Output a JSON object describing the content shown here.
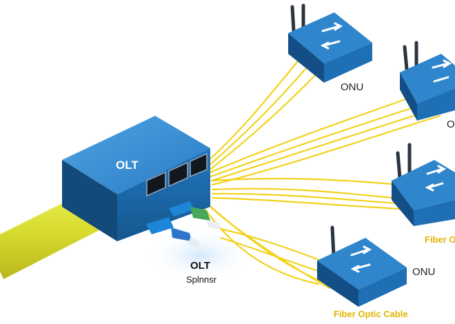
{
  "labels": {
    "olt_box": "OLT",
    "olt_lower": "OLT",
    "splitter": "Splnnsr",
    "onu_top": "ONU",
    "onu_right_cut": "O",
    "fiber_right_cut": "Fiber O",
    "onu_bottom": "ONU",
    "fiber_bottom": "Fiber Optic Cable"
  },
  "colors": {
    "device_blue": "#1f6fb4",
    "device_top": "#3d93d6",
    "device_dark": "#134f86",
    "fiber_yellow": "#f2d21b",
    "trunk_yellow": "#dfe33a",
    "label_gold": "#e0b400"
  },
  "icons": {
    "onu_symbol": "router-arrows-icon",
    "ports": "rj45-port-icon"
  }
}
